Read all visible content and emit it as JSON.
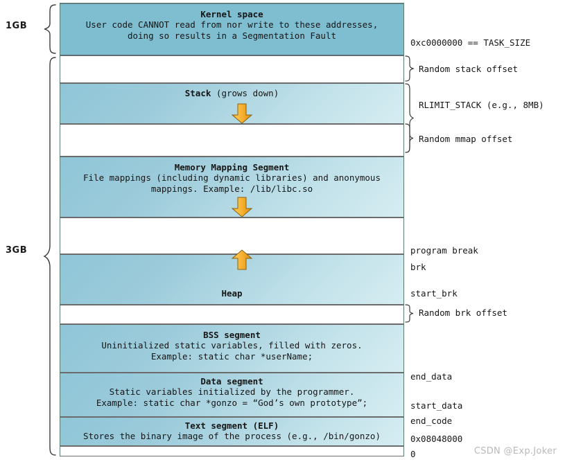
{
  "diagram": {
    "title_hidden": "Linux process virtual memory layout (32-bit)",
    "colors": {
      "kernel_fill": "#7fbdd0",
      "segment_fill_dark": "#8fc6d8",
      "segment_fill_light": "#d6edf2",
      "arrow_fill": "#f5a623",
      "border": "#6b6b6b",
      "outer_border": "#5b7d6b",
      "text": "#161616",
      "watermark": "#b9b9b9"
    }
  },
  "left_scale": [
    {
      "label": "1GB",
      "span": "kernel-space"
    },
    {
      "label": "3GB",
      "span": "user-space"
    }
  ],
  "blocks": [
    {
      "id": "kernel-space",
      "title": "Kernel space",
      "title_suffix": "",
      "lines": [
        "User code CANNOT read from nor write to these addresses,",
        "doing so results in a Segmentation Fault"
      ],
      "arrow": "none"
    },
    {
      "id": "gap-random-stack-offset",
      "title": "",
      "title_suffix": "",
      "lines": [],
      "arrow": "none"
    },
    {
      "id": "stack",
      "title": "Stack",
      "title_suffix": " (grows down)",
      "lines": [],
      "arrow": "down"
    },
    {
      "id": "gap-random-mmap-offset",
      "title": "",
      "title_suffix": "",
      "lines": [],
      "arrow": "none"
    },
    {
      "id": "memory-mapping-segment",
      "title": "Memory Mapping Segment",
      "title_suffix": "",
      "lines": [
        "File mappings (including dynamic libraries) and anonymous",
        "mappings. Example: /lib/libc.so"
      ],
      "arrow": "down"
    },
    {
      "id": "gap-unused-mmap-heap",
      "title": "",
      "title_suffix": "",
      "lines": [],
      "arrow": "none"
    },
    {
      "id": "heap",
      "title": "Heap",
      "title_suffix": "",
      "lines": [],
      "arrow": "up"
    },
    {
      "id": "gap-random-brk-offset",
      "title": "",
      "title_suffix": "",
      "lines": [],
      "arrow": "none"
    },
    {
      "id": "bss-segment",
      "title": "BSS segment",
      "title_suffix": "",
      "lines": [
        "Uninitialized static variables, filled with zeros.",
        "Example: static char *userName;"
      ],
      "arrow": "none"
    },
    {
      "id": "data-segment",
      "title": "Data segment",
      "title_suffix": "",
      "lines": [
        "Static variables initialized by the programmer.",
        "Example: static char *gonzo = “God’s own prototype”;"
      ],
      "arrow": "none"
    },
    {
      "id": "text-segment",
      "title": "Text segment (ELF)",
      "title_suffix": "",
      "lines": [
        "Stores the binary image of the process (e.g., /bin/gonzo)"
      ],
      "arrow": "none"
    },
    {
      "id": "gap-null-page",
      "title": "",
      "title_suffix": "",
      "lines": [],
      "arrow": "none"
    }
  ],
  "right_annotations": [
    {
      "id": "task-size",
      "text": "0xc0000000 == TASK_SIZE",
      "brace": false
    },
    {
      "id": "random-stack-offset",
      "text": "Random stack offset",
      "brace": true
    },
    {
      "id": "rlimit-stack",
      "text": "RLIMIT_STACK (e.g., 8MB)",
      "brace": true
    },
    {
      "id": "random-mmap-offset",
      "text": "Random mmap offset",
      "brace": true
    },
    {
      "id": "program-break",
      "text": "program break",
      "brace": false
    },
    {
      "id": "brk",
      "text": "brk",
      "brace": false
    },
    {
      "id": "start-brk",
      "text": "start_brk",
      "brace": false
    },
    {
      "id": "random-brk-offset",
      "text": "Random brk offset",
      "brace": true
    },
    {
      "id": "end-data",
      "text": "end_data",
      "brace": false
    },
    {
      "id": "start-data",
      "text": "start_data",
      "brace": false
    },
    {
      "id": "end-code",
      "text": "end_code",
      "brace": false
    },
    {
      "id": "text-base-address",
      "text": "0x08048000",
      "brace": false
    },
    {
      "id": "zero-address",
      "text": "0",
      "brace": false
    }
  ],
  "watermark": {
    "text": "CSDN @Exp.Joker"
  }
}
